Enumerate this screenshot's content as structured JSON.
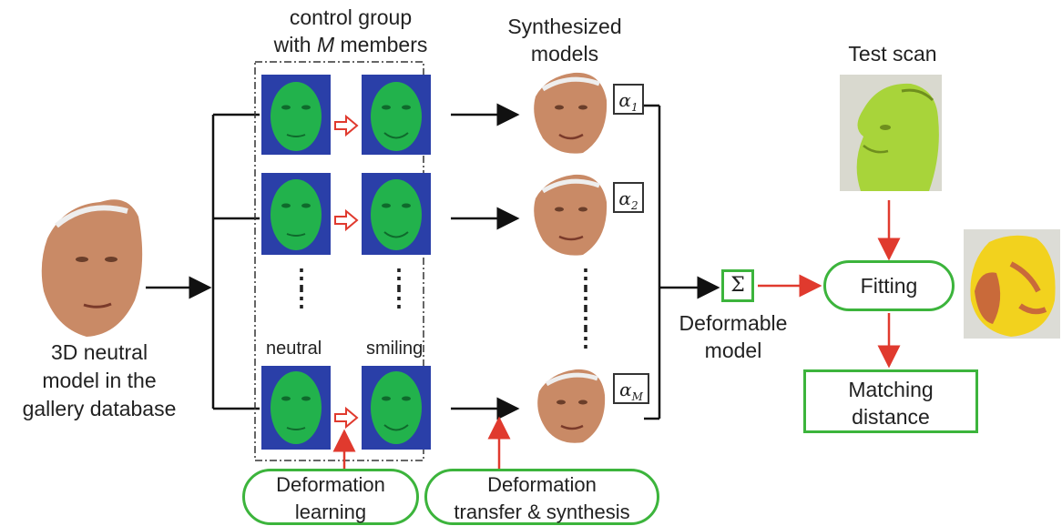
{
  "labels": {
    "control_group_line1": "control group",
    "control_group_line2_prefix": "with ",
    "control_group_line2_var": "M",
    "control_group_line2_suffix": " members",
    "synthesized_line1": "Synthesized",
    "synthesized_line2": "models",
    "test_scan": "Test scan",
    "neutral": "neutral",
    "smiling": "smiling",
    "gallery_line1": "3D neutral",
    "gallery_line2": "model in the",
    "gallery_line3": "gallery database",
    "deformable_line1": "Deformable",
    "deformable_line2": "model",
    "sum_symbol": "Σ",
    "fitting": "Fitting",
    "matching_line1": "Matching",
    "matching_line2": "distance",
    "deformation_learning_line1": "Deformation",
    "deformation_learning_line2": "learning",
    "deformation_transfer_line1": "Deformation",
    "deformation_transfer_line2": "transfer & synthesis",
    "dots": "⋮"
  },
  "coefficients": [
    {
      "symbol": "α",
      "sub": "1"
    },
    {
      "symbol": "α",
      "sub": "2"
    },
    {
      "symbol": "α",
      "sub": "M"
    }
  ],
  "colors": {
    "green_border": "#3cb43c",
    "red_arrow": "#e03a2e",
    "black_arrow": "#111111",
    "face_green": "#22b24c",
    "face_bg_blue": "#2a3fa8",
    "skin": "#c98a66",
    "scan_green": "#a8d43a",
    "scan_yellow": "#f2d21e"
  },
  "icons": [
    "green-face-image",
    "skin-face-image",
    "test-scan-image",
    "fitted-scan-image"
  ]
}
